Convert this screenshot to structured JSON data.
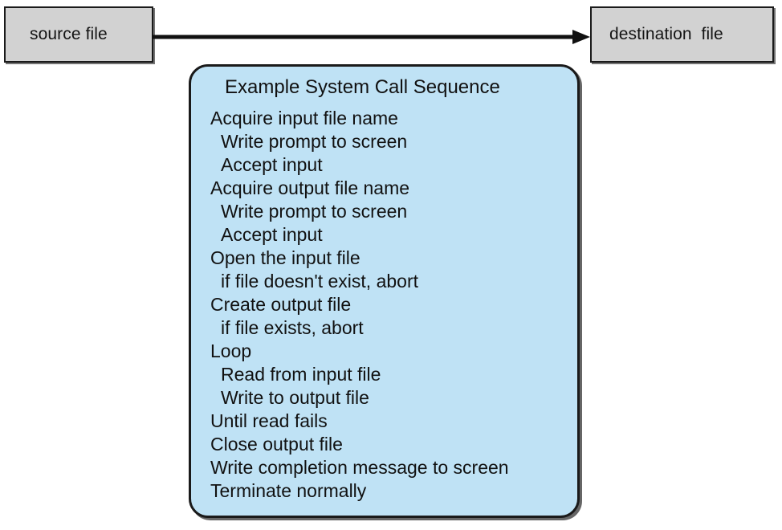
{
  "diagram": {
    "source_box": {
      "label": "source file",
      "fill": "#d2d2d2",
      "border": "#1a1a1a"
    },
    "destination_box": {
      "label": "destination  file",
      "fill": "#d2d2d2",
      "border": "#1a1a1a"
    },
    "arrow": {
      "name": "source-to-destination-arrow",
      "direction": "right",
      "color": "#111111"
    },
    "panel": {
      "title": "Example System Call Sequence",
      "fill": "#bfe2f5",
      "border": "#1a1a1a",
      "steps": [
        {
          "text": "Acquire input file name",
          "indent": 0
        },
        {
          "text": "Write prompt to screen",
          "indent": 1
        },
        {
          "text": "Accept input",
          "indent": 1
        },
        {
          "text": "Acquire output file name",
          "indent": 0
        },
        {
          "text": "Write prompt to screen",
          "indent": 1
        },
        {
          "text": "Accept input",
          "indent": 1
        },
        {
          "text": "Open the input file",
          "indent": 0
        },
        {
          "text": "if file doesn't exist, abort",
          "indent": 1
        },
        {
          "text": "Create output file",
          "indent": 0
        },
        {
          "text": "if file exists, abort",
          "indent": 1
        },
        {
          "text": "Loop",
          "indent": 0
        },
        {
          "text": "Read from input file",
          "indent": 1
        },
        {
          "text": "Write to output file",
          "indent": 1
        },
        {
          "text": "Until read fails",
          "indent": 0
        },
        {
          "text": "Close output file",
          "indent": 0
        },
        {
          "text": "Write completion message to screen",
          "indent": 0
        },
        {
          "text": "Terminate normally",
          "indent": 0
        }
      ]
    }
  }
}
